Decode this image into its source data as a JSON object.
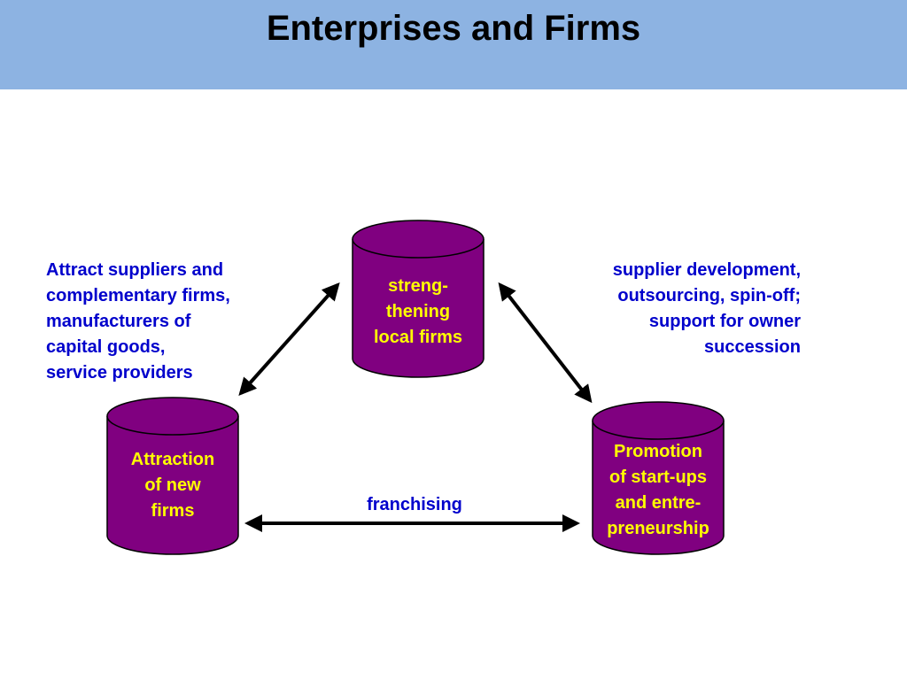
{
  "title": "Enterprises and Firms",
  "colors": {
    "header_bg": "#8db3e2",
    "cylinder_fill": "#800080",
    "cylinder_stroke": "#000000",
    "cylinder_text": "#ffff00",
    "note_text": "#0000cc",
    "arrow": "#000000"
  },
  "nodes": {
    "local": {
      "lines": [
        "streng-",
        "thening",
        "local firms"
      ]
    },
    "attraction": {
      "lines": [
        "Attraction",
        "of new",
        "firms"
      ]
    },
    "startups": {
      "lines": [
        "Promotion",
        "of start-ups",
        "and entre-",
        "preneurship"
      ]
    }
  },
  "annotations": {
    "left": {
      "lines": [
        "Attract suppliers and",
        "complementary firms,",
        "manufacturers of",
        "capital goods,",
        "service providers"
      ]
    },
    "right": {
      "lines": [
        "supplier development,",
        "outsourcing, spin-off;",
        "support for owner",
        "succession"
      ]
    },
    "bottom": {
      "text": "franchising"
    }
  },
  "edges": [
    {
      "from": "attraction",
      "to": "local",
      "direction": "both"
    },
    {
      "from": "local",
      "to": "startups",
      "direction": "both"
    },
    {
      "from": "attraction",
      "to": "startups",
      "direction": "both"
    }
  ]
}
